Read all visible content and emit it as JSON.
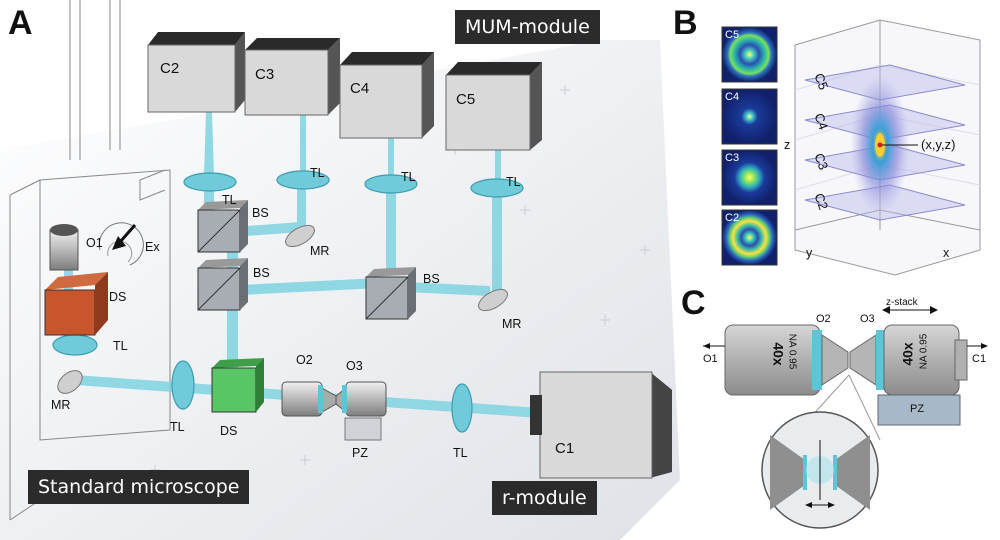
{
  "panels": {
    "a": "A",
    "b": "B",
    "c": "C"
  },
  "tags": {
    "mum_module": "MUM-module",
    "standard_microscope": "Standard microscope",
    "r_module": "r-module"
  },
  "cameras": {
    "c1": "C1",
    "c2": "C2",
    "c3": "C3",
    "c4": "C4",
    "c5": "C5"
  },
  "labels": {
    "tl": "TL",
    "bs": "BS",
    "mr": "MR",
    "ds": "DS",
    "o1": "O1",
    "o2": "O2",
    "o3": "O3",
    "ex": "Ex",
    "pz": "PZ"
  },
  "panel_b": {
    "thumbs": [
      "C5",
      "C4",
      "C3",
      "C2"
    ],
    "planes": [
      "C5",
      "C4",
      "C3",
      "C2"
    ],
    "axis_z": "z",
    "axis_y": "y",
    "axis_x": "x",
    "point_label": "(x,y,z)"
  },
  "panel_c": {
    "z_stack": "z-stack",
    "o1": "O1",
    "o2": "O2",
    "o3": "O3",
    "c1": "C1",
    "pz": "PZ",
    "obj_mag": "40x",
    "obj_na_left": "NA 0.95",
    "obj_na_right": "NA 0.95"
  },
  "colors": {
    "beam": "#7fd3e0",
    "lens": "#5cc6d8",
    "ds_top": "#c8552b",
    "ds_green": "#4cc159",
    "camera": "#d9d9d9",
    "camera_dark": "#222222",
    "tag_bg": "#2b2b2b"
  }
}
